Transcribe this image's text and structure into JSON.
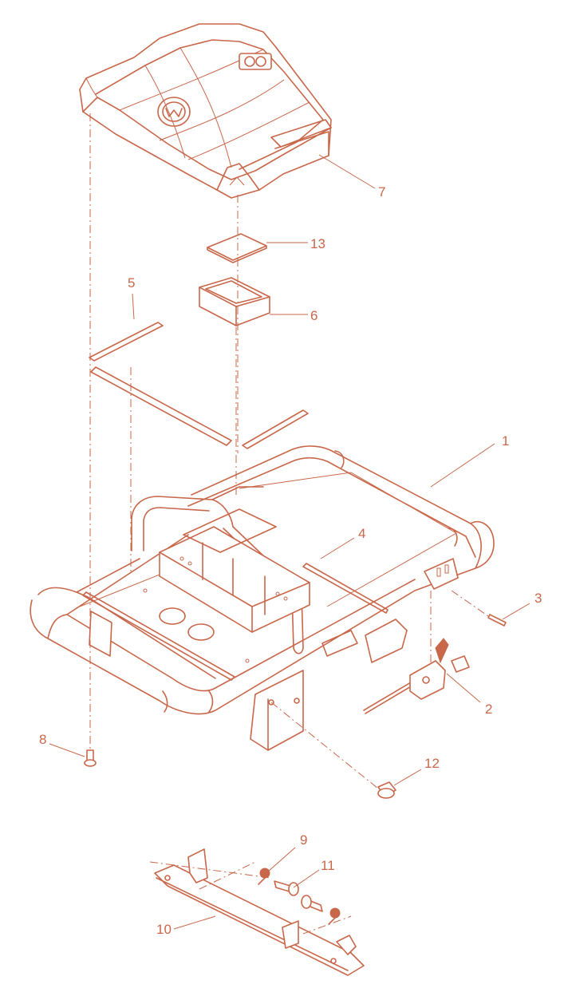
{
  "diagram": {
    "colors": {
      "line": "#c8674a",
      "background": "#ffffff"
    },
    "callouts": [
      {
        "id": "1",
        "label": "1"
      },
      {
        "id": "2",
        "label": "2"
      },
      {
        "id": "3",
        "label": "3"
      },
      {
        "id": "4",
        "label": "4"
      },
      {
        "id": "5",
        "label": "5"
      },
      {
        "id": "6",
        "label": "6"
      },
      {
        "id": "7",
        "label": "7"
      },
      {
        "id": "8",
        "label": "8"
      },
      {
        "id": "9",
        "label": "9"
      },
      {
        "id": "10",
        "label": "10"
      },
      {
        "id": "11",
        "label": "11"
      },
      {
        "id": "12",
        "label": "12"
      },
      {
        "id": "13",
        "label": "13"
      }
    ]
  }
}
